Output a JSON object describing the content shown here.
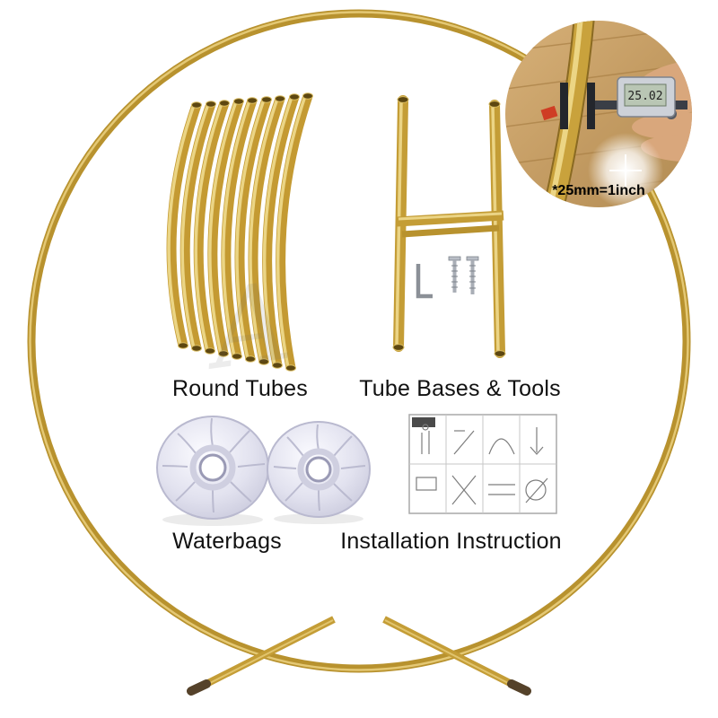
{
  "labels": {
    "round_tubes": "Round Tubes",
    "tube_bases_tools": "Tube Bases &  Tools",
    "waterbags": "Waterbags",
    "installation_instruction": "Installation Instruction"
  },
  "inset": {
    "note": "*25mm=1inch",
    "caliper_reading": "25.02"
  },
  "watermark": "A",
  "colors": {
    "gold": "#C9A23C",
    "gold_highlight": "#EED27E",
    "gold_dark": "#8A6A22",
    "waterbag_fill": "#E2E2EF",
    "label_text": "#111111",
    "background": "#FFFFFF"
  }
}
